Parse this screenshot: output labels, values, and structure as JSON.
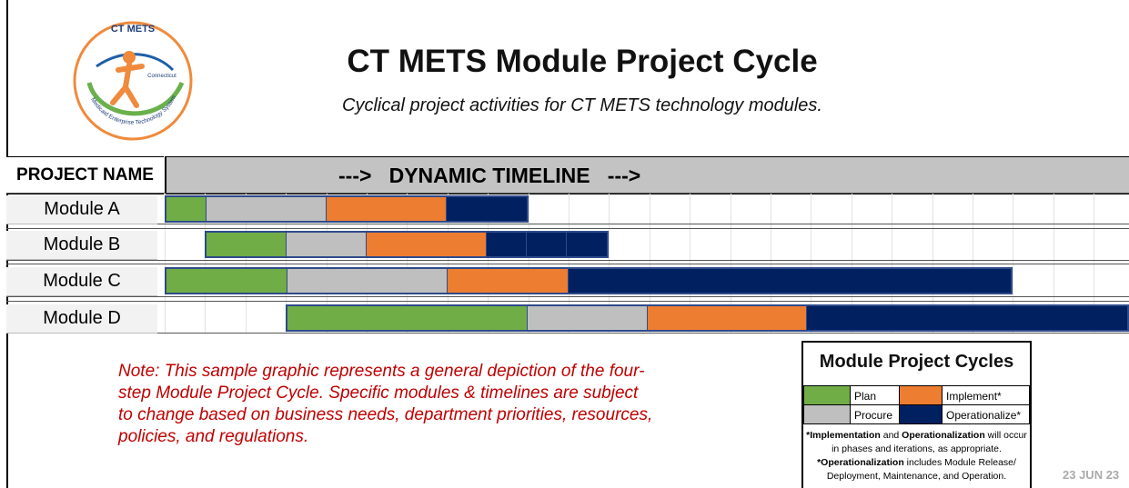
{
  "title": "CT METS Module Project Cycle",
  "subtitle": "Cyclical project activities for CT METS technology modules.",
  "logo": {
    "text_top": "CT METS",
    "text_side": "Connecticut",
    "text_arc": "Medicaid Enterprise Technology System"
  },
  "header": {
    "project_name": "PROJECT NAME",
    "timeline": "--->   DYNAMIC TIMELINE   --->"
  },
  "colors": {
    "plan": "#70ad47",
    "procure": "#bfbfbf",
    "implement": "#ed7d31",
    "operationalize": "#002060",
    "note": "#c00000"
  },
  "modules": [
    {
      "name": "Module A",
      "phases": [
        {
          "phase": "plan",
          "units": 1
        },
        {
          "phase": "procure",
          "units": 3
        },
        {
          "phase": "implement",
          "units": 3
        },
        {
          "phase": "operationalize",
          "units": 2
        }
      ],
      "start": 0
    },
    {
      "name": "Module B",
      "phases": [
        {
          "phase": "plan",
          "units": 2
        },
        {
          "phase": "procure",
          "units": 2
        },
        {
          "phase": "implement",
          "units": 3
        },
        {
          "phase": "operationalize",
          "units": 1
        },
        {
          "phase": "operationalize",
          "units": 1
        },
        {
          "phase": "operationalize",
          "units": 1
        }
      ],
      "start": 1
    },
    {
      "name": "Module C",
      "phases": [
        {
          "phase": "plan",
          "units": 3
        },
        {
          "phase": "procure",
          "units": 4
        },
        {
          "phase": "implement",
          "units": 3
        },
        {
          "phase": "operationalize",
          "units": 11
        }
      ],
      "start": 0
    },
    {
      "name": "Module D",
      "phases": [
        {
          "phase": "plan",
          "units": 6
        },
        {
          "phase": "procure",
          "units": 3
        },
        {
          "phase": "implement",
          "units": 4
        },
        {
          "phase": "operationalize",
          "units": 8
        }
      ],
      "start": 3
    }
  ],
  "note": "Note: This sample graphic represents a general depiction of the four-step Module Project Cycle. Specific modules & timelines are subject to change based on business needs, department priorities, resources, policies, and regulations.",
  "legend": {
    "title": "Module Project Cycles",
    "plan": "Plan",
    "procure": "Procure",
    "implement": "Implement*",
    "operationalize": "Operationalize*",
    "foot_1a": "*Implementation",
    "foot_1b": " and ",
    "foot_1c": "Operationalization",
    "foot_1d": " will occur in phases and iterations, as appropriate.",
    "foot_2a": "*Operationalization",
    "foot_2b": " includes Module Release/ Deployment, Maintenance, and Operation."
  },
  "date": "23 JUN 23"
}
